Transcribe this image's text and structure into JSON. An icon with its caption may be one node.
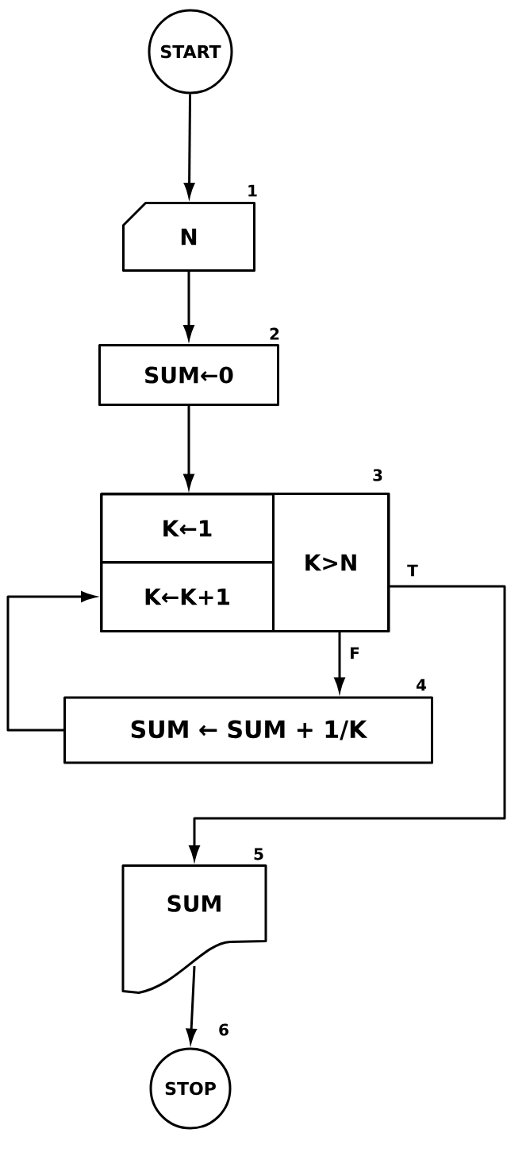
{
  "diagram": {
    "nodes": [
      {
        "text": [
          "START"
        ]
      },
      {
        "text": [
          "N"
        ],
        "beside": [
          "1"
        ]
      },
      {
        "text": [
          "SUM←0"
        ],
        "beside": [
          "2"
        ]
      },
      {
        "text": [],
        "shape": "box",
        "beside": [
          "3"
        ]
      },
      {
        "text": [
          "K←1"
        ],
        "in": 3
      },
      {
        "text": [
          "K←K+1"
        ],
        "in": 3
      },
      {
        "text": [
          "K>N"
        ],
        "in": 3
      },
      {
        "text": [
          "SUM ← SUM + 1/K"
        ],
        "beside": [
          "4"
        ]
      },
      {
        "text": [
          "SUM"
        ],
        "beside": [
          "5"
        ]
      },
      {
        "text": [
          "STOP"
        ],
        "beside": [
          "6"
        ]
      }
    ],
    "edges": [
      {
        "from": 0,
        "to": 1,
        "arrow": "to"
      },
      {
        "from": 1,
        "to": 2,
        "arrow": "to"
      },
      {
        "from": 2,
        "to": 4,
        "arrow": "to"
      },
      {
        "from": 6,
        "to": 7,
        "arrow": "to",
        "label": "F"
      },
      {
        "from": 7,
        "to": 5,
        "arrow": "to"
      },
      {
        "from": 6,
        "to": 8,
        "arrow": "to",
        "label": "T"
      },
      {
        "from": 8,
        "to": 9,
        "arrow": "to"
      }
    ]
  }
}
